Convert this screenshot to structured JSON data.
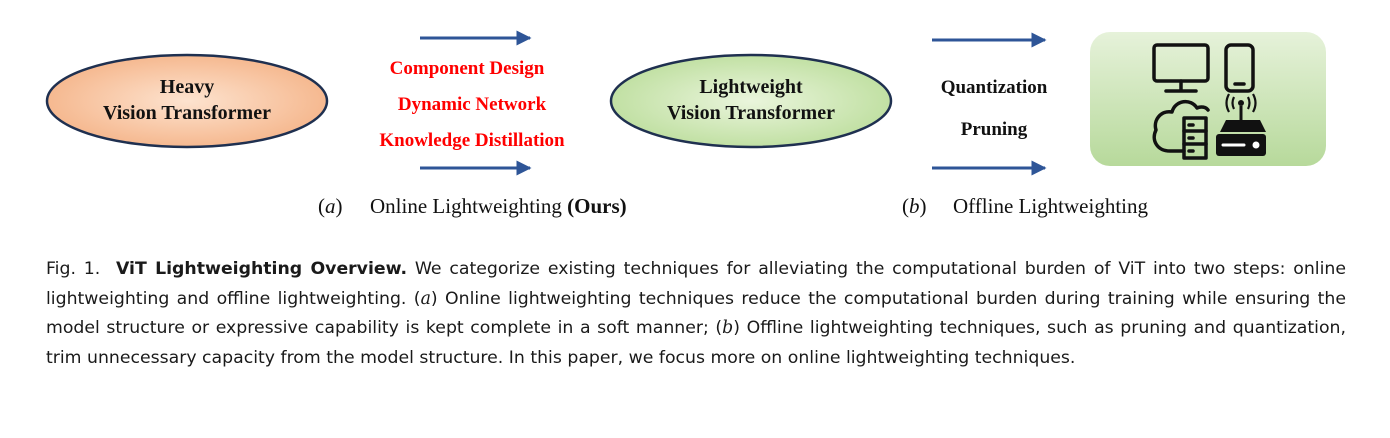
{
  "diagram": {
    "heavy_node": {
      "line1": "Heavy",
      "line2": "Vision Transformer"
    },
    "techniques": [
      "Component Design",
      "Dynamic Network",
      "Knowledge Distillation"
    ],
    "light_node": {
      "line1": "Lightweight",
      "line2": "Vision Transformer"
    },
    "offline_techniques": [
      "Quantization",
      "Pruning"
    ],
    "devices_icons": [
      "monitor-icon",
      "smartphone-icon",
      "cloud-server-icon",
      "router-icon"
    ],
    "label_a": {
      "marker": "a",
      "text": "Online Lightweighting",
      "bold": "(Ours)"
    },
    "label_b": {
      "marker": "b",
      "text": "Offline Lightweighting"
    },
    "colors": {
      "heavy_fill": "#f6c39f",
      "light_fill": "#cfe8b3",
      "technique_text": "#ff0000",
      "arrow": "#2e5597",
      "device_panel": "#c9e2b4",
      "ellipse_stroke": "#1f3050"
    }
  },
  "caption": {
    "label": "Fig. 1.",
    "title": "ViT Lightweighting Overview.",
    "seg1": "We categorize existing techniques for alleviating the computational burden of ViT into two steps: online lightweighting and offline lightweighting.",
    "marker_a": "a",
    "seg2": "Online lightweighting techniques reduce the computational burden during training while ensuring the model structure or expressive capability is kept complete in a soft manner;",
    "marker_b": "b",
    "seg3": "Offline lightweighting techniques, such as pruning and quantization, trim unnecessary capacity from the model structure. In this paper, we focus more on online lightweighting techniques."
  }
}
